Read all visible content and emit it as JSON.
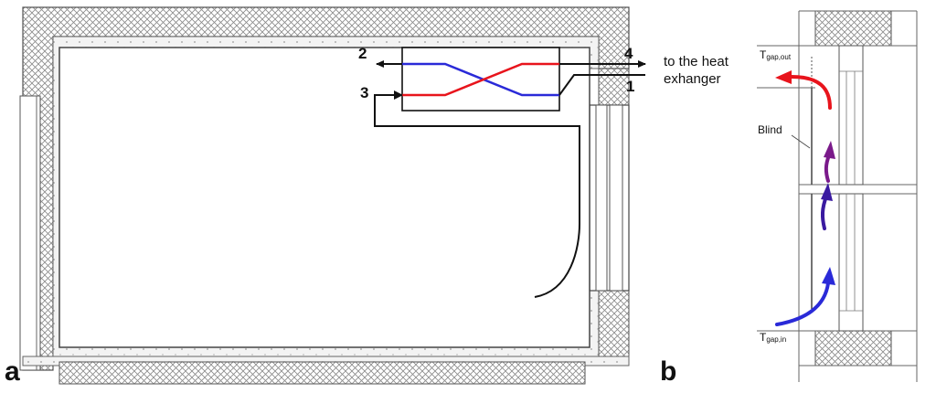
{
  "panel_a": {
    "letter": "a",
    "ports": [
      "1",
      "2",
      "3",
      "4"
    ],
    "caption_line1": "to the heat",
    "caption_line2": "exhanger"
  },
  "panel_b": {
    "letter": "b",
    "blind_label": "Blind",
    "t_out_main": "T",
    "t_out_sub": "gap,out",
    "t_in_main": "T",
    "t_in_sub": "gap,in"
  },
  "colors": {
    "hot": "#e8141c",
    "cold": "#2a2ad8",
    "mid": "#7a1a8a",
    "line": "#111111"
  }
}
